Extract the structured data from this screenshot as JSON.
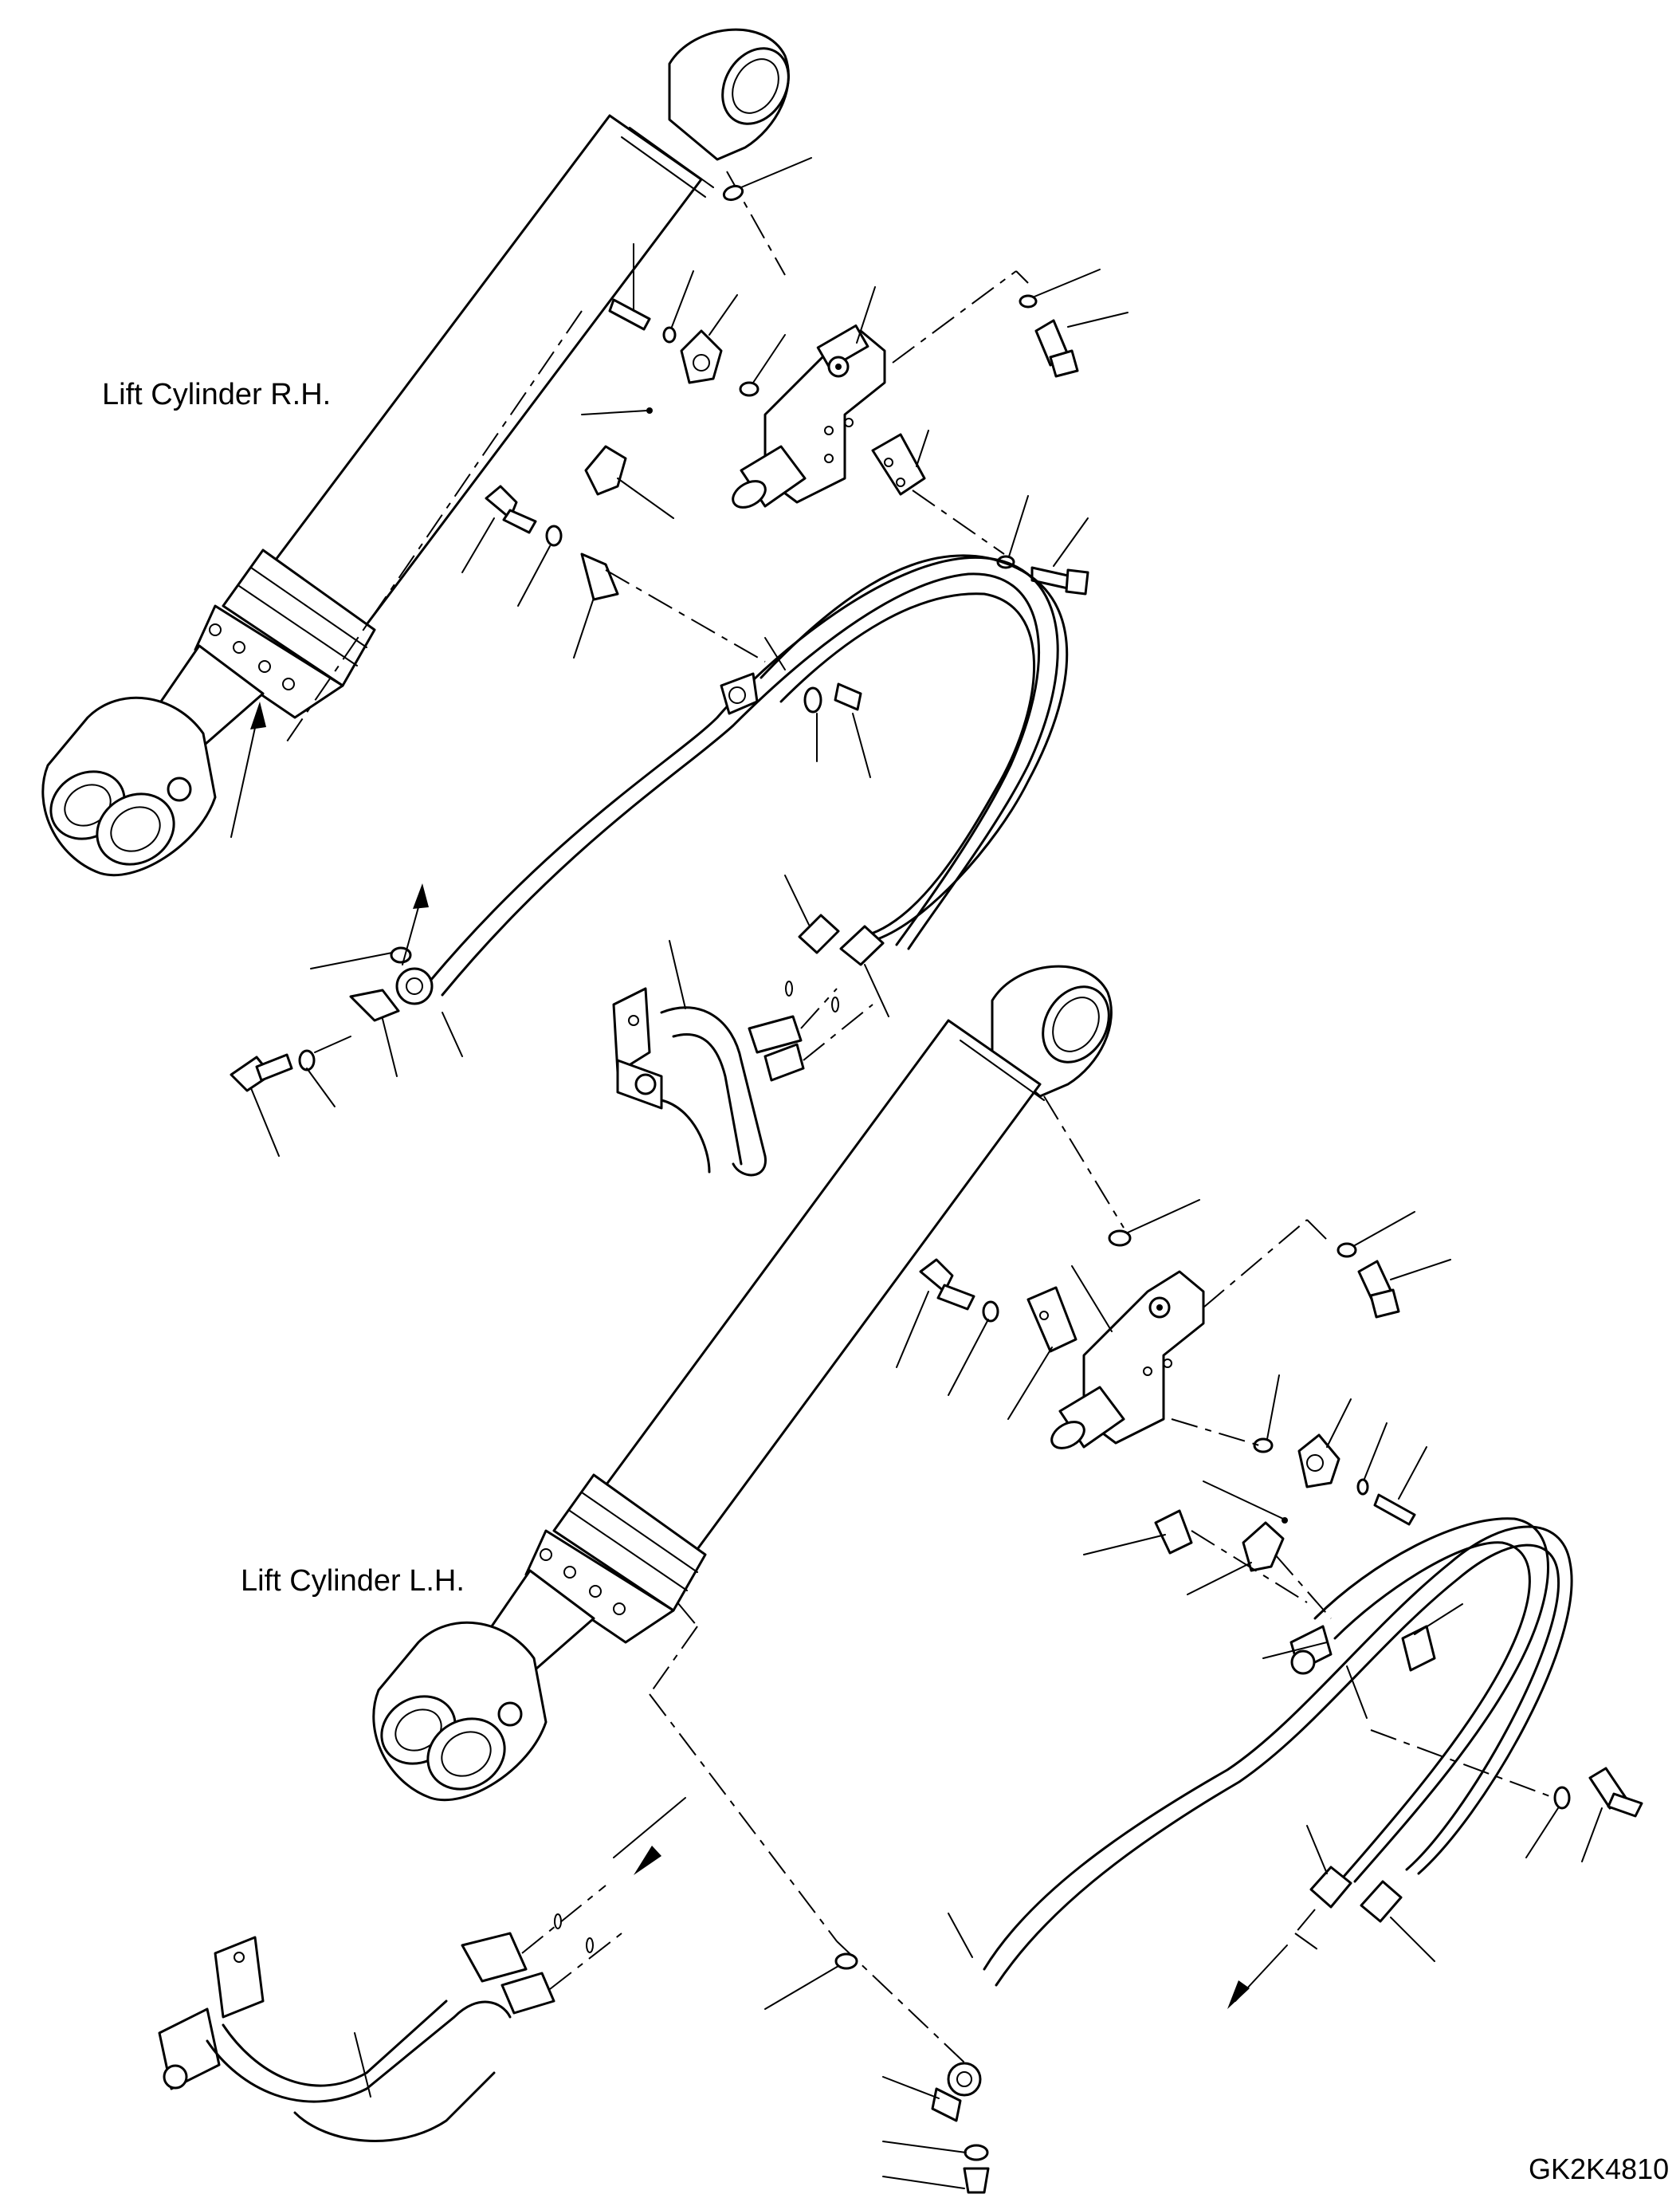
{
  "title": "",
  "labels": {
    "lift_cylinder_rh": "Lift Cylinder R.H.",
    "lift_cylinder_lh": "Lift Cylinder L.H."
  },
  "drawing_code": "GK2K4810"
}
